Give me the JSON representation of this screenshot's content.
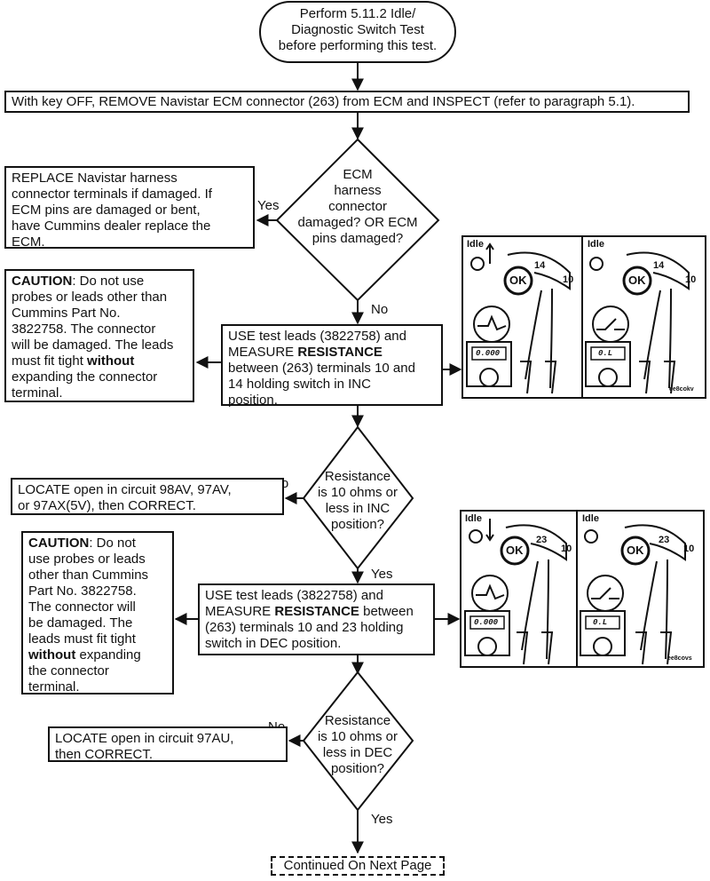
{
  "start": {
    "line1": "Perform 5.11.2 Idle/",
    "line2": "Diagnostic Switch Test",
    "line3": "before performing this test."
  },
  "step1": "With key OFF, REMOVE Navistar ECM connector (263) from ECM and INSPECT (refer to paragraph 5.1).",
  "decision1": {
    "line1": "ECM",
    "line2": "harness",
    "line3": "connector",
    "line4": "damaged? OR ECM",
    "line5": "pins damaged?",
    "yes": "Yes",
    "no": "No"
  },
  "replace_box": {
    "line1": "REPLACE Navistar harness",
    "line2": "connector terminals if damaged. If",
    "line3": "ECM pins are damaged or bent,",
    "line4": "have Cummins dealer replace the",
    "line5": "ECM."
  },
  "caution1": {
    "title": "CAUTION",
    "line1_rest": ": Do not use",
    "line2": "probes or leads other than",
    "line3": "Cummins Part No.",
    "line4": "3822758. The connector",
    "line5": "will be damaged. The leads",
    "line6_pre": "must fit tight ",
    "line6_bold": "without",
    "line7": "expanding the connector",
    "line8": "terminal."
  },
  "measure1": {
    "line1": "USE test leads (3822758) and",
    "line2_pre": "MEASURE ",
    "line2_bold": "RESISTANCE",
    "line3": "between (263)  terminals 10 and",
    "line4": "14 holding switch in INC",
    "line5": "position."
  },
  "decision2": {
    "line1": "Resistance",
    "line2": "is 10 ohms or",
    "line3": "less in INC",
    "line4": "position?",
    "yes": "Yes",
    "no": "No"
  },
  "locate1": {
    "line1": "LOCATE open in circuit 98AV, 97AV,",
    "line2": "or 97AX(5V), then CORRECT."
  },
  "caution2": {
    "title": "CAUTION",
    "line1_rest": ": Do not",
    "line2": "use probes or leads",
    "line3": "other than Cummins",
    "line4": "Part No. 3822758.",
    "line5": "The connector will",
    "line6": "be damaged. The",
    "line7": "leads must fit tight",
    "line8_bold": "without",
    "line8_rest": " expanding",
    "line9": "the connector",
    "line10": "terminal."
  },
  "measure2": {
    "line1": "USE test leads (3822758) and",
    "line2_pre": "MEASURE ",
    "line2_bold": "RESISTANCE",
    "line2_post": " between",
    "line3": "(263)  terminals 10 and 23 holding",
    "line4": "switch in DEC position."
  },
  "decision3": {
    "line1": "Resistance",
    "line2": "is 10 ohms or",
    "line3": "less in DEC",
    "line4": "position?",
    "yes": "Yes",
    "no": "No"
  },
  "locate2": {
    "line1": "LOCATE open in circuit 97AU,",
    "line2": "then CORRECT."
  },
  "continued": "Continued On Next Page",
  "photo1": {
    "idle_label_a": "Idle",
    "idle_label_b": "Idle",
    "ok": "OK",
    "pin_a": "14",
    "pin_b": "10",
    "meter_a": "0.000",
    "meter_b": "0.L",
    "code": "ee8cokv"
  },
  "photo2": {
    "idle_label_a": "Idle",
    "idle_label_b": "Idle",
    "ok": "OK",
    "pin_a": "23",
    "pin_b": "10",
    "meter_a": "0.000",
    "meter_b": "0.L",
    "code": "ee8covs"
  }
}
